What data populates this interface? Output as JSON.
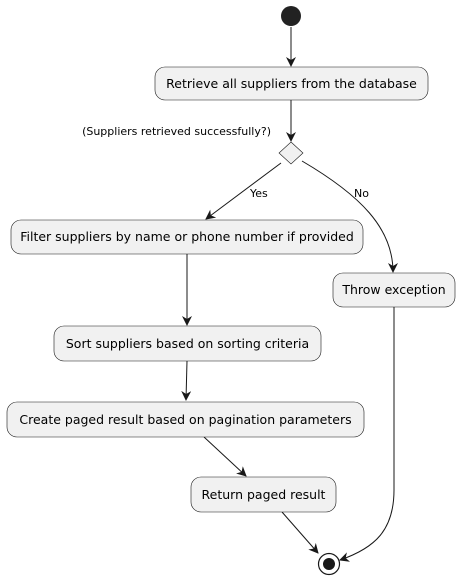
{
  "diagram": {
    "type": "activity",
    "actions": {
      "retrieve": "Retrieve all suppliers from the database",
      "filter": "Filter suppliers by name or phone number if provided",
      "sort": "Sort suppliers based on sorting criteria",
      "paged": "Create paged result based on pagination parameters",
      "return": "Return paged result",
      "throw": "Throw exception"
    },
    "decision": {
      "question": "(Suppliers retrieved successfully?)",
      "yes_label": "Yes",
      "no_label": "No"
    },
    "colors": {
      "node_fill": "#f1f1f1",
      "stroke": "#181818",
      "start_node": "#222222"
    }
  }
}
